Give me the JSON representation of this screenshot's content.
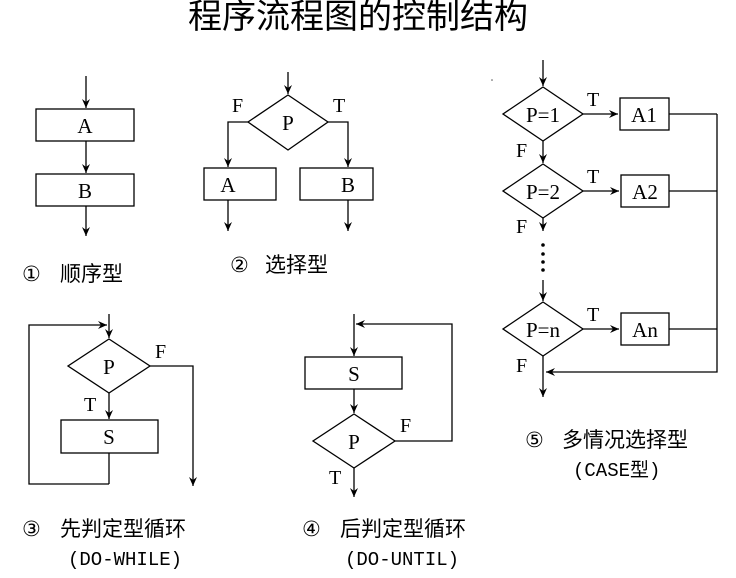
{
  "title": "程序流程图的控制结构",
  "colors": {
    "line": "#000000",
    "background": "#ffffff",
    "text": "#000000"
  },
  "diagrams": {
    "sequence": {
      "caption_num": "①",
      "caption": "顺序型",
      "boxes": [
        "A",
        "B"
      ]
    },
    "selection": {
      "caption_num": "②",
      "caption": "选择型",
      "condition": "P",
      "false_label": "F",
      "true_label": "T",
      "false_box": "A",
      "true_box": "B"
    },
    "do_while": {
      "caption_num": "③",
      "caption": "先判定型循环",
      "subcaption": "(DO-WHILE)",
      "condition": "P",
      "false_label": "F",
      "true_label": "T",
      "body": "S"
    },
    "do_until": {
      "caption_num": "④",
      "caption": "后判定型循环",
      "subcaption": "(DO-UNTIL)",
      "condition": "P",
      "false_label": "F",
      "true_label": "T",
      "body": "S"
    },
    "case": {
      "caption_num": "⑤",
      "caption": "多情况选择型",
      "subcaption": "(CASE型)",
      "true_label": "T",
      "false_label": "F",
      "cases": [
        {
          "condition": "P=1",
          "action": "A1"
        },
        {
          "condition": "P=2",
          "action": "A2"
        },
        {
          "condition": "P=n",
          "action": "An"
        }
      ]
    }
  }
}
